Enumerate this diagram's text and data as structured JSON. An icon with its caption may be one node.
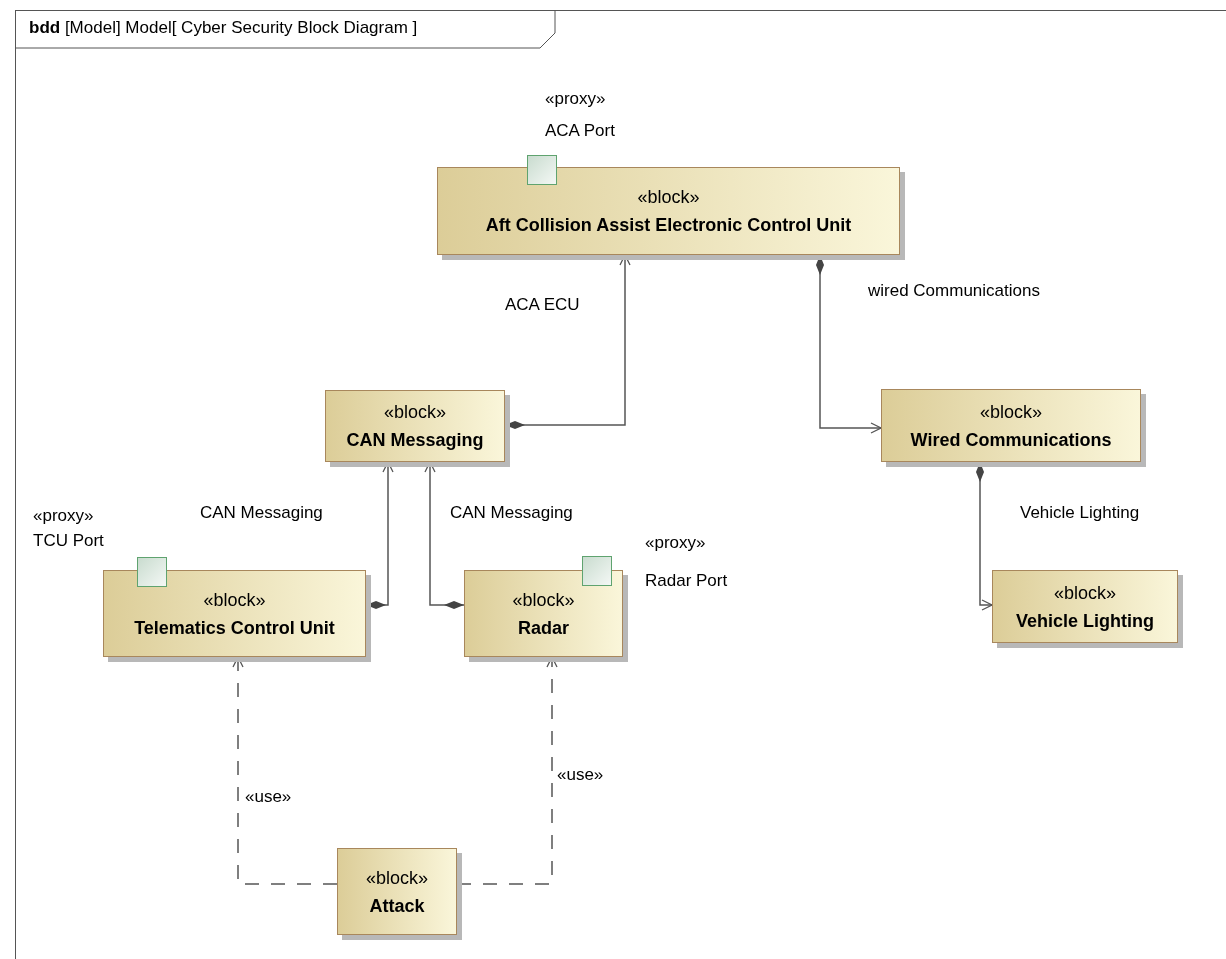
{
  "diagram": {
    "title": "**bdd** [Model] Model[ Cyber Security Block Diagram ]",
    "nodes": [
      {
        "text": [
          "«block»",
          "Aft Collision Assist Electronic Control Unit"
        ]
      },
      {
        "text": [],
        "shape": "box",
        "beside": [
          "«proxy»",
          "ACA Port"
        ]
      },
      {
        "text": [
          "«block»",
          "CAN Messaging"
        ]
      },
      {
        "text": [
          "«block»",
          "Wired Communications"
        ]
      },
      {
        "text": [],
        "shape": "box",
        "beside": [
          "«proxy»",
          "TCU Port"
        ]
      },
      {
        "text": [
          "«block»",
          "Telematics Control Unit"
        ]
      },
      {
        "text": [],
        "shape": "box",
        "beside": [
          "«proxy»",
          "Radar Port"
        ]
      },
      {
        "text": [
          "«block»",
          "Radar"
        ]
      },
      {
        "text": [
          "«block»",
          "Vehicle Lighting"
        ]
      },
      {
        "text": [
          "«block»",
          "Attack"
        ]
      }
    ],
    "edges": [
      {
        "from": 2,
        "to": 0,
        "arrow": "to",
        "label": "ACA ECU"
      },
      {
        "from": 0,
        "to": 3,
        "arrow": "to",
        "label": "wired Communications"
      },
      {
        "from": 3,
        "to": 8,
        "arrow": "to",
        "label": "Vehicle Lighting"
      },
      {
        "from": 5,
        "to": 2,
        "arrow": "to",
        "label": "CAN Messaging"
      },
      {
        "from": 7,
        "to": 2,
        "arrow": "to",
        "label": "CAN Messaging"
      },
      {
        "from": 9,
        "to": 5,
        "arrow": "to",
        "label": "«use»",
        "style": "dashed"
      },
      {
        "from": 9,
        "to": 7,
        "arrow": "to",
        "label": "«use»",
        "style": "dashed"
      }
    ]
  }
}
